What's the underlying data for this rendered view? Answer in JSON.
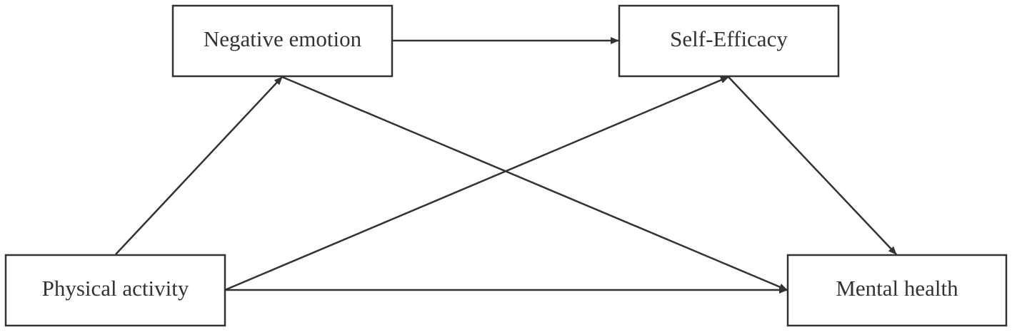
{
  "nodes": {
    "negative_emotion": {
      "label": "Negative emotion"
    },
    "self_efficacy": {
      "label": "Self-Efficacy"
    },
    "physical_activity": {
      "label": "Physical activity"
    },
    "mental_health": {
      "label": "Mental health"
    }
  },
  "edges": [
    {
      "from": "physical_activity",
      "to": "negative_emotion"
    },
    {
      "from": "physical_activity",
      "to": "self_efficacy"
    },
    {
      "from": "physical_activity",
      "to": "mental_health"
    },
    {
      "from": "negative_emotion",
      "to": "self_efficacy"
    },
    {
      "from": "negative_emotion",
      "to": "mental_health"
    },
    {
      "from": "self_efficacy",
      "to": "mental_health"
    }
  ],
  "colors": {
    "stroke": "#333333",
    "background": "#ffffff"
  }
}
